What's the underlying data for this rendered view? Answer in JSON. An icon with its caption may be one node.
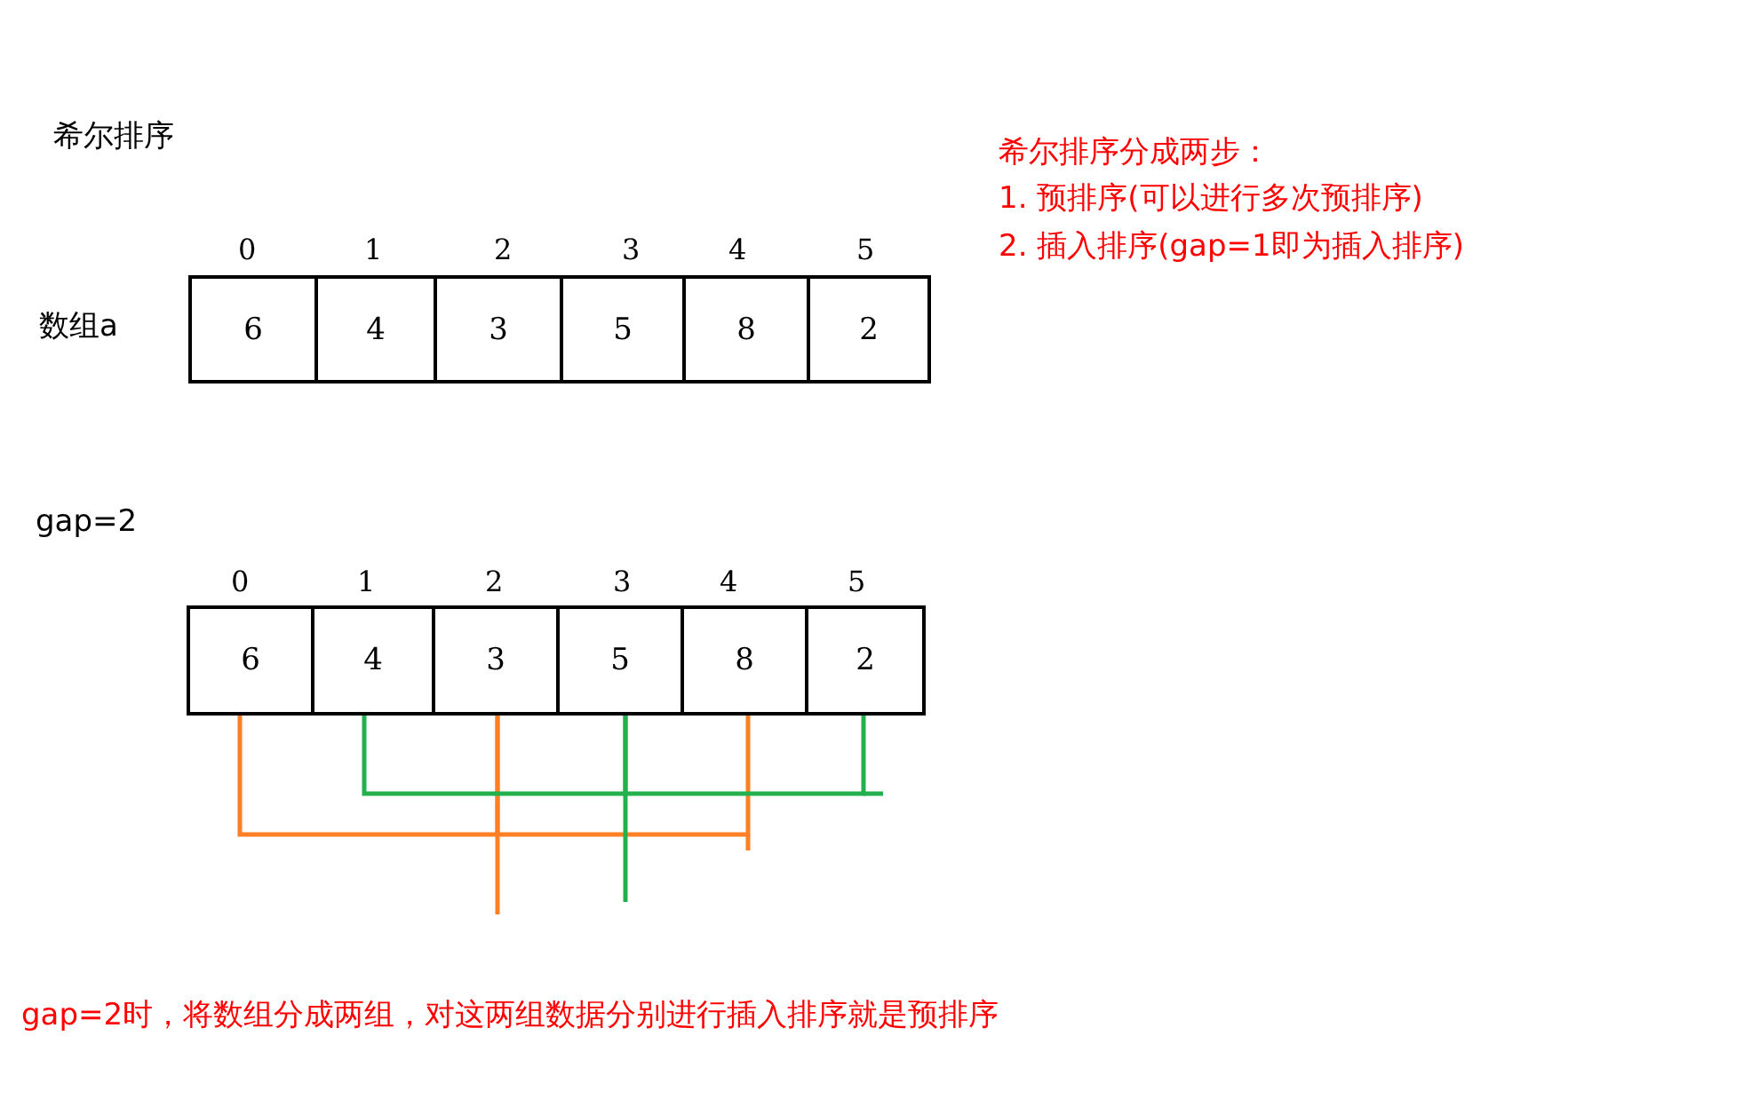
{
  "diagram": {
    "nodes": [
      {
        "text": [
          "6"
        ],
        "beside": [
          "0"
        ]
      },
      {
        "text": [
          "4"
        ],
        "beside": [
          "1"
        ]
      },
      {
        "text": [
          "3"
        ],
        "beside": [
          "2"
        ]
      },
      {
        "text": [
          "5"
        ],
        "beside": [
          "3"
        ]
      },
      {
        "text": [
          "8"
        ],
        "beside": [
          "4"
        ]
      },
      {
        "text": [
          "2"
        ],
        "beside": [
          "5"
        ]
      },
      {
        "text": [
          "6"
        ],
        "beside": [
          "0"
        ]
      },
      {
        "text": [
          "4"
        ],
        "beside": [
          "1"
        ]
      },
      {
        "text": [
          "3"
        ],
        "beside": [
          "2"
        ]
      },
      {
        "text": [
          "5"
        ],
        "beside": [
          "3"
        ]
      },
      {
        "text": [
          "8"
        ],
        "beside": [
          "4"
        ]
      },
      {
        "text": [
          "2"
        ],
        "beside": [
          "5"
        ]
      }
    ],
    "edges": [
      {
        "from": 6,
        "to": 8,
        "arrow": "none",
        "color": "#ff7f27"
      },
      {
        "from": 8,
        "to": 10,
        "arrow": "none",
        "color": "#ff7f27"
      },
      {
        "from": 7,
        "to": 9,
        "arrow": "none",
        "color": "#22b14c"
      },
      {
        "from": 9,
        "to": 11,
        "arrow": "none",
        "color": "#22b14c"
      }
    ],
    "labels": [
      "希尔排序",
      "希尔排序分成两步：",
      "1. 预排序(可以进行多次预排序)",
      "2. 插入排序(gap=1即为插入排序)",
      "数组a",
      "gap=2",
      "gap=2时，将数组分成两组，对这两组数据分别进行插入排序就是预排序"
    ]
  }
}
